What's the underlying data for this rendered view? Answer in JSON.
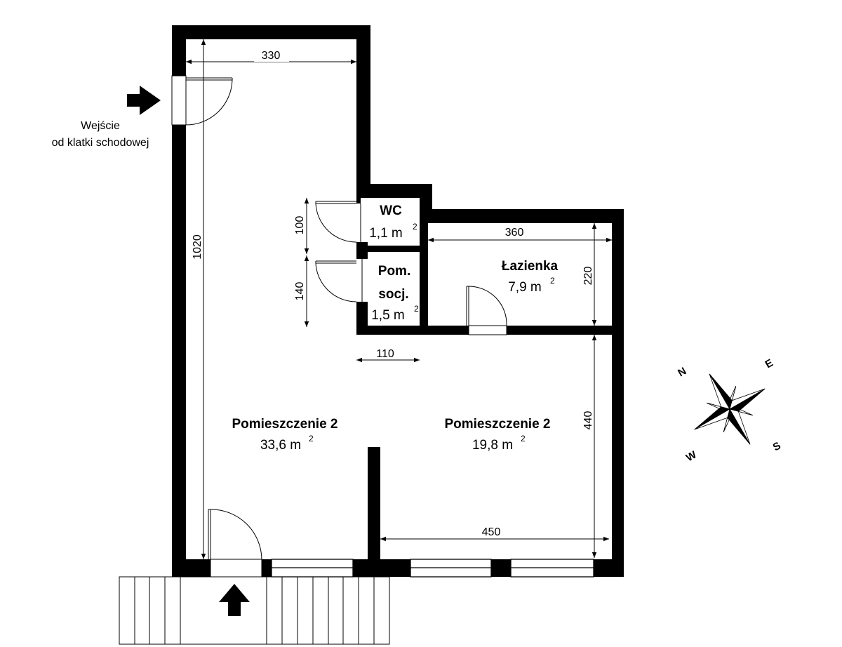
{
  "entrance": {
    "line1": "Wejście",
    "line2": "od klatki schodowej"
  },
  "dimensions": {
    "top_width": "330",
    "left_height": "1020",
    "wc_height": "100",
    "pom_height": "140",
    "wc_width": "110",
    "bath_width": "360",
    "bath_height": "220",
    "right_height": "440",
    "bottom_width": "450"
  },
  "rooms": {
    "wc": {
      "name": "WC",
      "area": "1,1 m",
      "sup": "2"
    },
    "pom": {
      "name_line1": "Pom.",
      "name_line2": "socj.",
      "area": "1,5 m",
      "sup": "2"
    },
    "lazienka": {
      "name": "Łazienka",
      "area": "7,9 m",
      "sup": "2"
    },
    "room_left": {
      "name": "Pomieszczenie 2",
      "area": "33,6 m",
      "sup": "2"
    },
    "room_right": {
      "name": "Pomieszczenie 2",
      "area": "19,8 m",
      "sup": "2"
    }
  },
  "compass": {
    "n": "N",
    "e": "E",
    "s": "S",
    "w": "W"
  },
  "colors": {
    "wall": "#000000",
    "background": "#ffffff"
  }
}
